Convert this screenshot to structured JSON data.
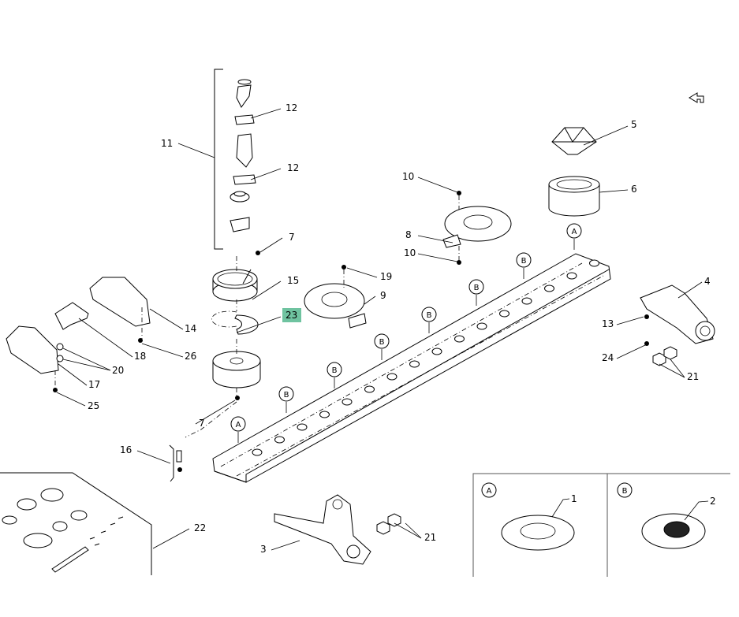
{
  "diagram": {
    "callouts": [
      "11",
      "12",
      "12",
      "7",
      "15",
      "23",
      "14",
      "18",
      "26",
      "20",
      "17",
      "25",
      "7",
      "16",
      "22",
      "3",
      "21",
      "19",
      "9",
      "10",
      "10",
      "8",
      "5",
      "6",
      "4",
      "13",
      "24",
      "21"
    ],
    "highlighted_callout": "23",
    "highlight_color": "#6fc3a0",
    "circle_markers": [
      "A",
      "B",
      "B",
      "B",
      "B",
      "B",
      "B",
      "A"
    ],
    "detail_a": {
      "marker": "A",
      "callout": "1"
    },
    "detail_b": {
      "marker": "B",
      "callout": "2"
    },
    "corner_icon": "return-arrow-icon"
  }
}
